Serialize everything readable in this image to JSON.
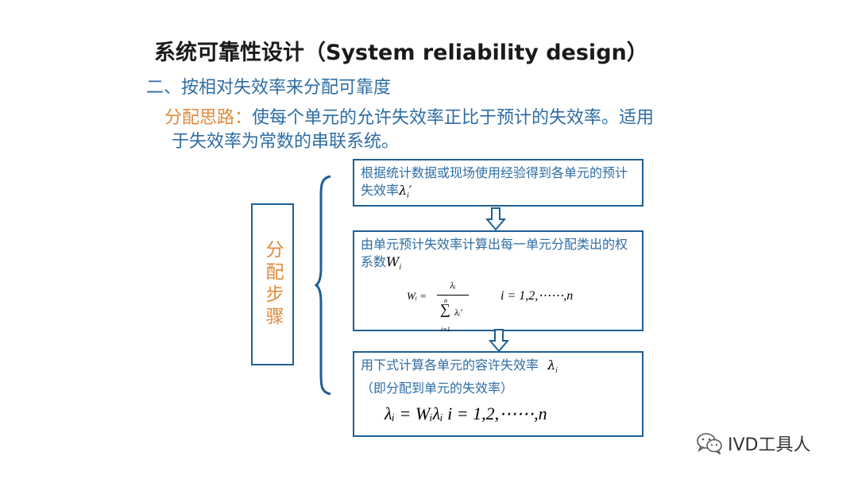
{
  "slide": {
    "title": "系统可靠性设计（System reliability design）",
    "subtitle": "二、按相对失效率来分配可靠度",
    "idea_label": "分配思路：",
    "idea_line1": "使每个单元的允许失效率正比于预计的失效率。适用",
    "idea_line2": "于失效率为常数的串联系统。",
    "steps_label": "分配步骤",
    "box1_text": "根据统计数据或现场使用经验得到各单元的预计失效率",
    "box1_symbol": "λ",
    "box1_symbol_sub": "i",
    "box1_symbol_prime": "′",
    "box2_text": "由单元预计失效率计算出每一单元分配类出的权系数",
    "box2_symbol": "W",
    "box2_symbol_sub": "i",
    "box2_formula_lhs": "Wᵢ =",
    "box2_formula_num": "λᵢ",
    "box2_formula_den": "λᵢ′",
    "box2_sum_top": "n",
    "box2_sum_bottom": "i=1",
    "box2_formula_range": "i = 1,2,⋯⋯,n",
    "box3_text": "用下式计算各单元的容许失效率",
    "box3_symbol": "λ",
    "box3_symbol_sub": "i",
    "box3_text2": "（即分配到单元的失效率）",
    "box3_formula": "λᵢ = Wᵢλᵢ      i = 1,2,⋯⋯,n"
  },
  "watermark": {
    "text": "IVD工具人",
    "icon": "wechat-icon"
  },
  "colors": {
    "title": "#1a1a1a",
    "blue_text": "#2e6da4",
    "orange_text": "#e08a3c",
    "border": "#1f5f93"
  }
}
